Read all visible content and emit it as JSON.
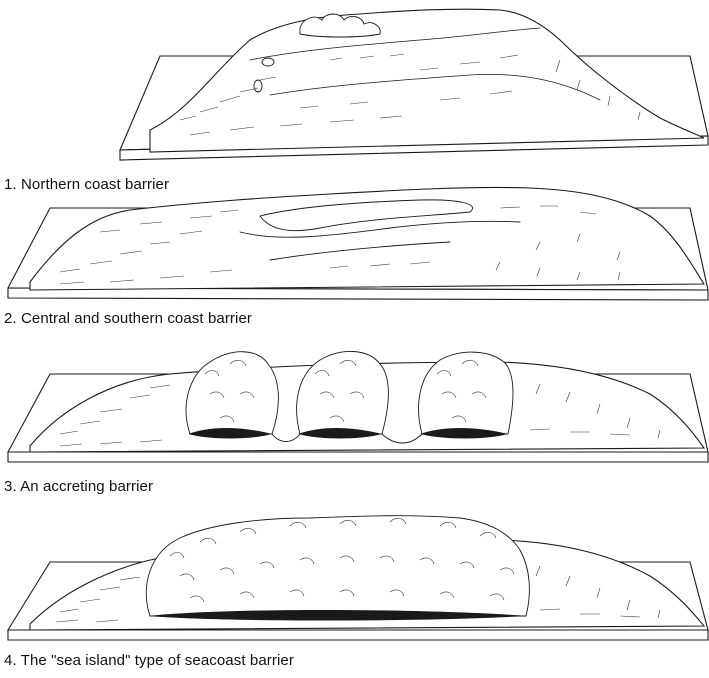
{
  "panels": [
    {
      "id": 1,
      "caption": "1. Northern coast barrier",
      "vegetation": "low dune shrubs, small thicket"
    },
    {
      "id": 2,
      "caption": "2. Central and southern coast barrier",
      "vegetation": "grassland, overwash"
    },
    {
      "id": 3,
      "caption": "3. An accreting barrier",
      "vegetation": "three forest clumps"
    },
    {
      "id": 4,
      "caption": "4. The \"sea island\" type of seacoast barrier",
      "vegetation": "continuous maritime forest"
    }
  ]
}
